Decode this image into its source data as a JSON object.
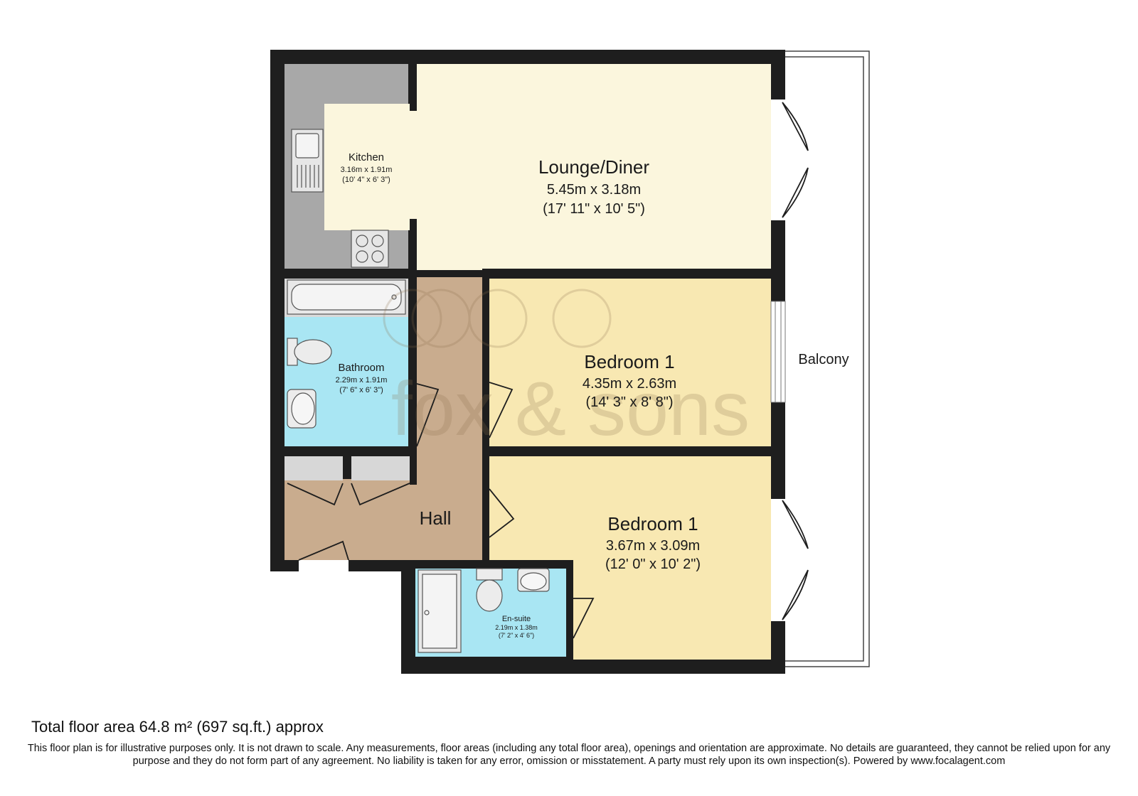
{
  "rooms": {
    "lounge": {
      "name": "Lounge/Diner",
      "metric": "5.45m x 3.18m",
      "imperial": "(17' 11\" x 10' 5\")"
    },
    "kitchen": {
      "name": "Kitchen",
      "metric": "3.16m x 1.91m",
      "imperial": "(10' 4\" x 6' 3\")"
    },
    "bathroom": {
      "name": "Bathroom",
      "metric": "2.29m x 1.91m",
      "imperial": "(7' 6\" x 6' 3\")"
    },
    "bedroom_upper": {
      "name": "Bedroom 1",
      "metric": "4.35m x 2.63m",
      "imperial": "(14' 3\" x 8' 8\")"
    },
    "bedroom_lower": {
      "name": "Bedroom 1",
      "metric": "3.67m x 3.09m",
      "imperial": "(12' 0\" x 10' 2\")"
    },
    "hall": {
      "name": "Hall"
    },
    "ensuite": {
      "name": "En-suite",
      "metric": "2.19m x 1.38m",
      "imperial": "(7' 2\" x 4' 6\")"
    },
    "balcony": {
      "name": "Balcony"
    }
  },
  "watermark": {
    "text": "fox & sons"
  },
  "colors": {
    "wall": "#1e1e1e",
    "lounge": "#fbf6dd",
    "kitchen_counter": "#a8a8a8",
    "bathroom": "#a9e6f3",
    "bedroom": "#f8e8b2",
    "hall": "#c9ac8e"
  },
  "footer": {
    "total_area": "Total floor area 64.8 m² (697 sq.ft.) approx",
    "disclaimer": "This floor plan is for illustrative purposes only. It is not drawn to scale. Any measurements, floor areas (including any total floor area), openings and orientation are approximate. No details are guaranteed, they cannot be relied upon for any purpose and they do not form part of any agreement. No liability is taken for any error, omission or misstatement. A party must rely upon its own inspection(s). Powered by www.focalagent.com"
  }
}
